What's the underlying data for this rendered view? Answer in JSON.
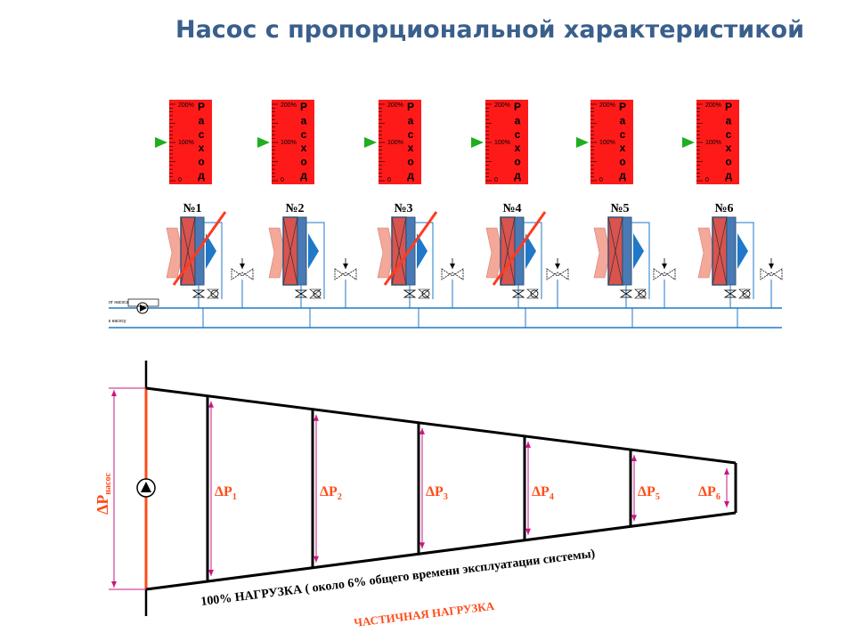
{
  "title": "Насос с пропорциональной характеристикой",
  "meters": {
    "label_letters": [
      "Р",
      "а",
      "с",
      "х",
      "о",
      "д"
    ],
    "scale_200": "200%",
    "scale_100": "100%",
    "scale_0": "0",
    "fill_color": "#ff1a1a",
    "arrow_color": "#1fae1f"
  },
  "consumers": [
    {
      "label": "№1",
      "crossed": true
    },
    {
      "label": "№2",
      "crossed": false
    },
    {
      "label": "№3",
      "crossed": true
    },
    {
      "label": "№4",
      "crossed": true
    },
    {
      "label": "№5",
      "crossed": false
    },
    {
      "label": "№6",
      "crossed": false
    }
  ],
  "pump_block": {
    "supply_label": "от насоса",
    "return_label": "к насосу"
  },
  "pressure_diagram": {
    "pump_dp_main": "ΔP",
    "pump_dp_sub": "насос",
    "dp_main": "ΔP",
    "dp_subs": [
      "1",
      "2",
      "3",
      "4",
      "5",
      "6"
    ],
    "full_load_caption": "100% НАГРУЗКА ( около 6% общего времени эксплуатации системы)",
    "partial_load_caption": "ЧАСТИЧНАЯ НАГРУЗКА",
    "accent_color": "#ff4d1a",
    "marker_color": "#c71585"
  }
}
